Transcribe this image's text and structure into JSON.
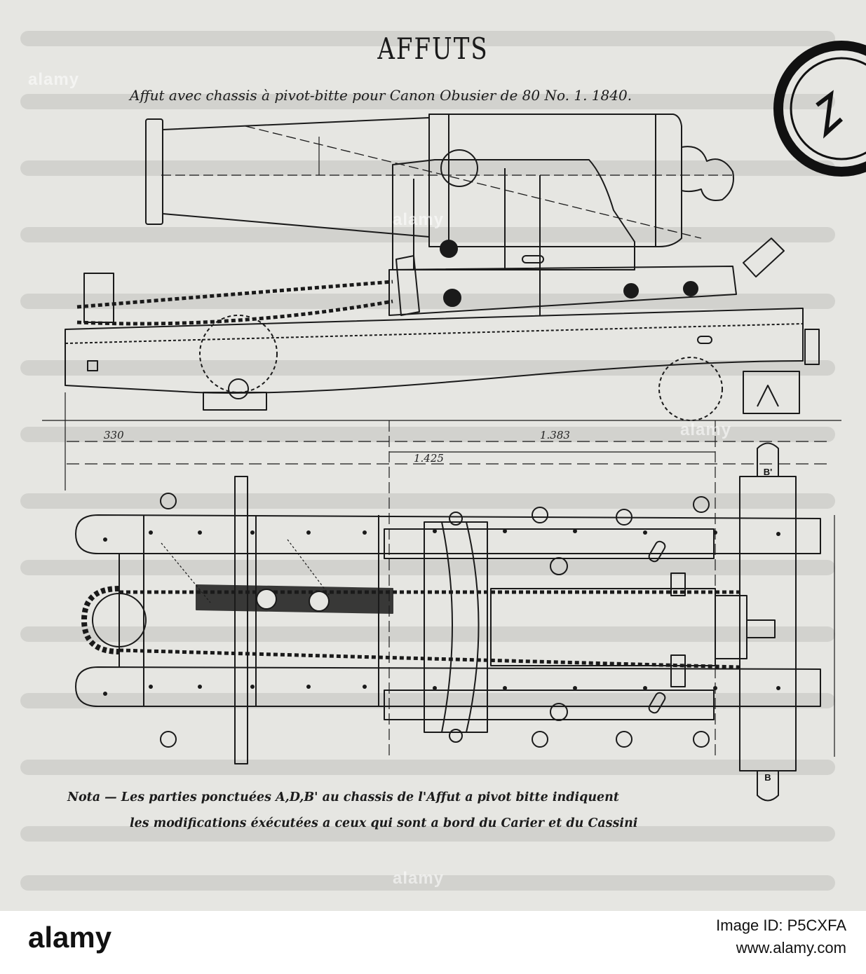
{
  "header": {
    "title": "AFFUTS",
    "subtitle": "Affut avec chassis à pivot-bitte pour Canon Obusier de 80 No. 1. 1840."
  },
  "dimensions": {
    "left": "330",
    "center_top": "1.383",
    "center_bottom": "1.425"
  },
  "markers": {
    "b_top": "B'",
    "b_bottom": "B"
  },
  "note": {
    "line1": "Nota — Les parties ponctuées A,D,B' au chassis de l'Affut a pivot bitte indiquent",
    "line2": "les modifications éxécutées a ceux qui sont a bord du Carier et du Cassini"
  },
  "watermark": {
    "text": "alamy"
  },
  "footer": {
    "logo": "alamy",
    "image_id": "Image ID: P5CXFA",
    "url": "www.alamy.com"
  },
  "colors": {
    "paper": "#e6e6e2",
    "ink": "#1a1a1a",
    "footer_bg": "#ffffff"
  }
}
